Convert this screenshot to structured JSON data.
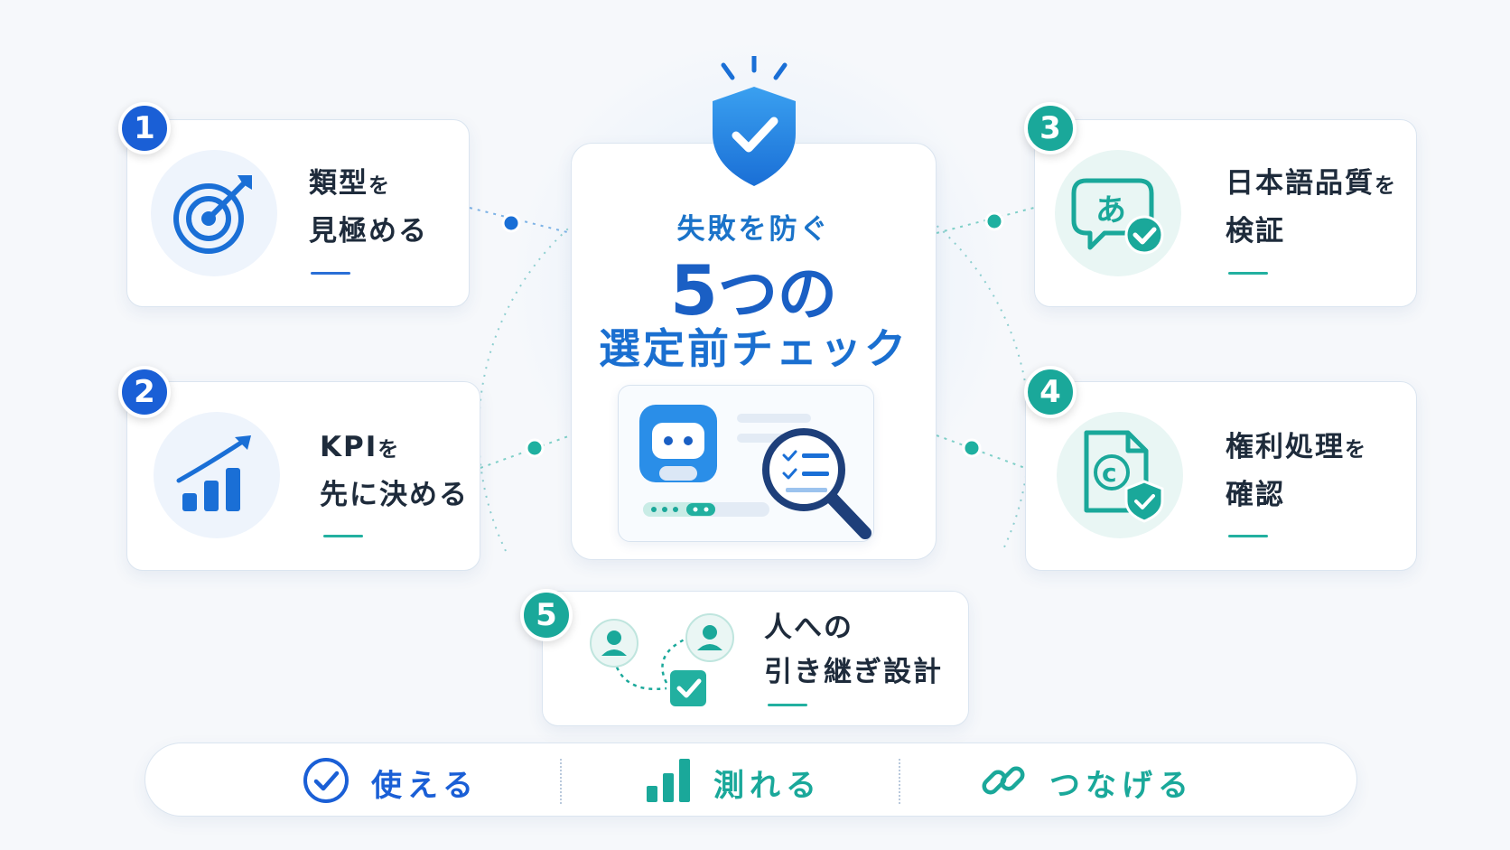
{
  "center": {
    "subtitle": "失敗を防ぐ",
    "number": "5",
    "number_suffix": "つの",
    "title": "選定前チェック"
  },
  "items": [
    {
      "number": "1",
      "line1_main": "類型",
      "line1_small": "を",
      "line2": "見極める",
      "icon": "target-arrow-icon",
      "color": "#1a5fd6"
    },
    {
      "number": "2",
      "line1_main": "KPI",
      "line1_small": "を",
      "line2": "先に決める",
      "icon": "bar-chart-growth-icon",
      "color": "#1a5fd6"
    },
    {
      "number": "3",
      "line1_main": "日本語品質",
      "line1_small": "を",
      "line2": "検証",
      "icon": "japanese-chat-check-icon",
      "color": "#1aa89a"
    },
    {
      "number": "4",
      "line1_main": "権利処理",
      "line1_small": "を",
      "line2": "確認",
      "icon": "copyright-document-shield-icon",
      "color": "#1aa89a"
    },
    {
      "number": "5",
      "line1_main": "人への",
      "line1_small": "",
      "line2": "引き継ぎ設計",
      "icon": "person-handoff-icon",
      "color": "#1aa89a"
    }
  ],
  "bottom_bar": [
    {
      "label": "使える",
      "icon": "check-circle-icon",
      "color": "#1a5fd6"
    },
    {
      "label": "測れる",
      "icon": "bar-chart-icon",
      "color": "#1aa89a"
    },
    {
      "label": "つなげる",
      "icon": "link-icon",
      "color": "#1aa89a"
    }
  ]
}
